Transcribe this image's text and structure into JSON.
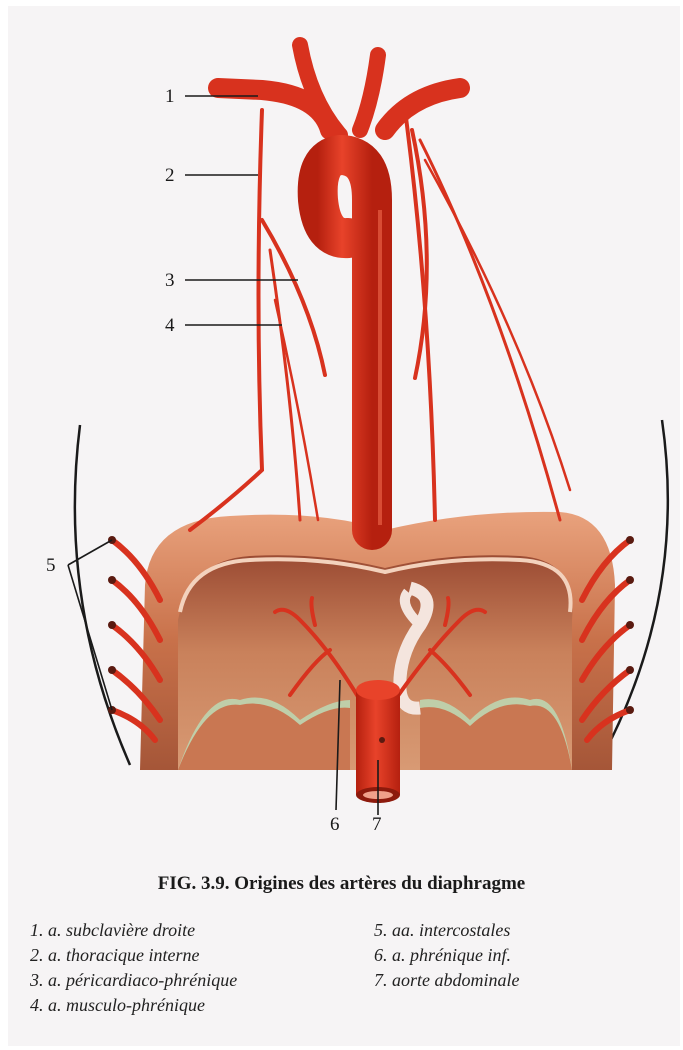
{
  "labels": {
    "l1": "1",
    "l2": "2",
    "l3": "3",
    "l4": "4",
    "l5": "5",
    "l6": "6",
    "l7": "7"
  },
  "caption": "FIG. 3.9. Origines des artères du diaphragme",
  "legend_left": [
    "1. a. subclavière droite",
    "2. a. thoracique interne",
    "3. a. péricardiaco-phrénique",
    "4. a. musculo-phrénique"
  ],
  "legend_right": [
    "5. aa. intercostales",
    "6. a. phrénique inf.",
    "7. aorte abdominale"
  ],
  "colors": {
    "artery": "#d8321e",
    "artery_dark": "#a81e12",
    "diaphragm": "#c8764f",
    "diaphragm_light": "#e7a27c",
    "diaphragm_inner": "#b8634a",
    "tendon_green": "#bcd9b5"
  }
}
